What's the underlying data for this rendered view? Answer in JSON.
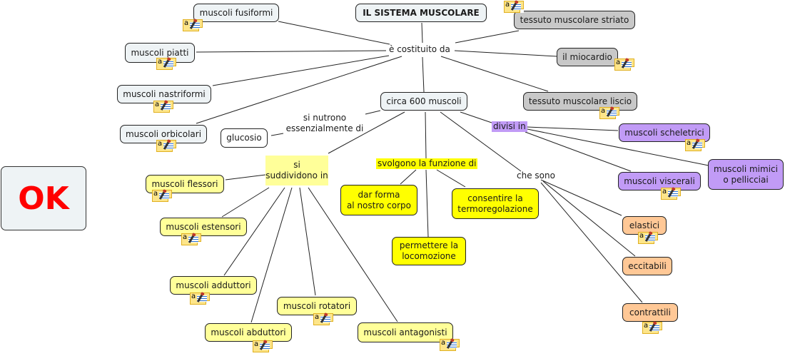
{
  "title": "IL SISTEMA MUSCOLARE",
  "ok_button": "OK",
  "colors": {
    "default_node": "#eef3f5",
    "gray_node": "#c8c8c8",
    "purple_node": "#c19bf6",
    "yellow_node": "#ffff00",
    "pale_yellow_node": "#ffff99",
    "orange_node": "#ffc896",
    "ok_text": "#ff0000"
  },
  "linking_phrases": {
    "costituito": "è costituito da",
    "nutrono": [
      "si nutrono",
      "essenzialmente di"
    ],
    "suddividono": [
      "si",
      "suddividono in"
    ],
    "funzione": "svolgono la funzione di",
    "divisi": "divisi in",
    "che_sono": "che sono"
  },
  "concepts": {
    "fusiformi": "muscoli fusiformi",
    "piatti": "muscoli piatti",
    "nastriformi": "muscoli nastriformi",
    "orbicolari": "muscoli orbicolari",
    "glucosio": "glucosio",
    "circa600": "circa 600 muscoli",
    "striato": "tessuto muscolare striato",
    "miocardio": "il miocardio",
    "liscio": "tessuto muscolare liscio",
    "scheletrici": "muscoli scheletrici",
    "mimici": [
      "muscoli mimici",
      "o pellicciai"
    ],
    "viscerali": "muscoli viscerali",
    "flessori": "muscoli flessori",
    "estensori": "muscoli estensori",
    "adduttori": "muscoli adduttori",
    "abduttori": "muscoli abduttori",
    "rotatori": "muscoli rotatori",
    "antagonisti": "muscoli antagonisti",
    "forma": [
      "dar forma",
      "al nostro corpo"
    ],
    "locomozione": [
      "permettere la",
      "locomozione"
    ],
    "termoregolazione": [
      "consentire la",
      "termoregolazione"
    ],
    "elastici": "elastici",
    "eccitabili": "eccitabili",
    "contrattili": "contrattili"
  },
  "note_icon": {
    "name": "annotation-note-icon",
    "glyph": "a"
  }
}
